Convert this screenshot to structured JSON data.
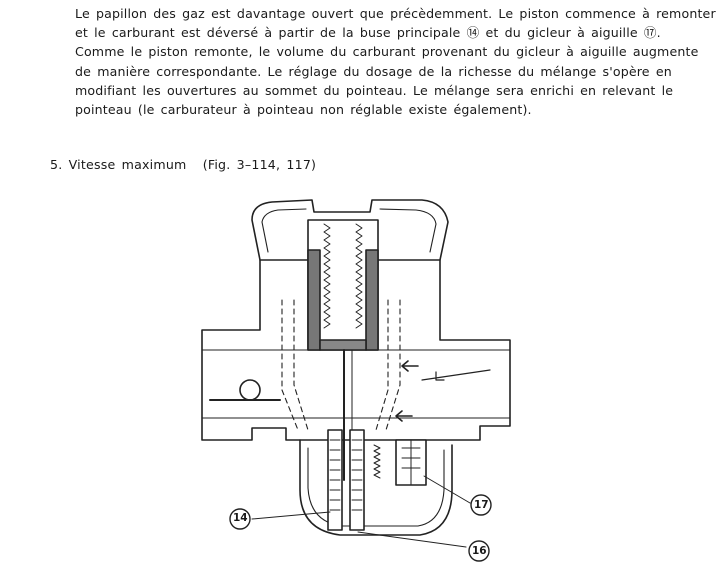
{
  "paragraph": {
    "lines": [
      "Le papillon des gaz est davantage ouvert que précèdemment.  Le piston commence à remonter",
      "et le carburant est déversé à partir de la buse principale ⑭ et du gicleur à aiguille ⑰.",
      "Comme le piston remonte, le volume du carburant provenant du gicleur à aiguille augmente",
      "de manière correspondante.  Le réglage du dosage de la richesse du mélange s'opère en",
      "modifiant les ouvertures au sommet du pointeau.  Le mélange sera enrichi en relevant le",
      "pointeau (le carburateur à pointeau non réglable existe également)."
    ]
  },
  "section": {
    "number": "5.",
    "title": "Vitesse maximum",
    "figure_ref": "(Fig. 3–114, 117)"
  },
  "figure": {
    "callouts": {
      "c14": "14",
      "c16": "16",
      "c17": "17"
    }
  }
}
